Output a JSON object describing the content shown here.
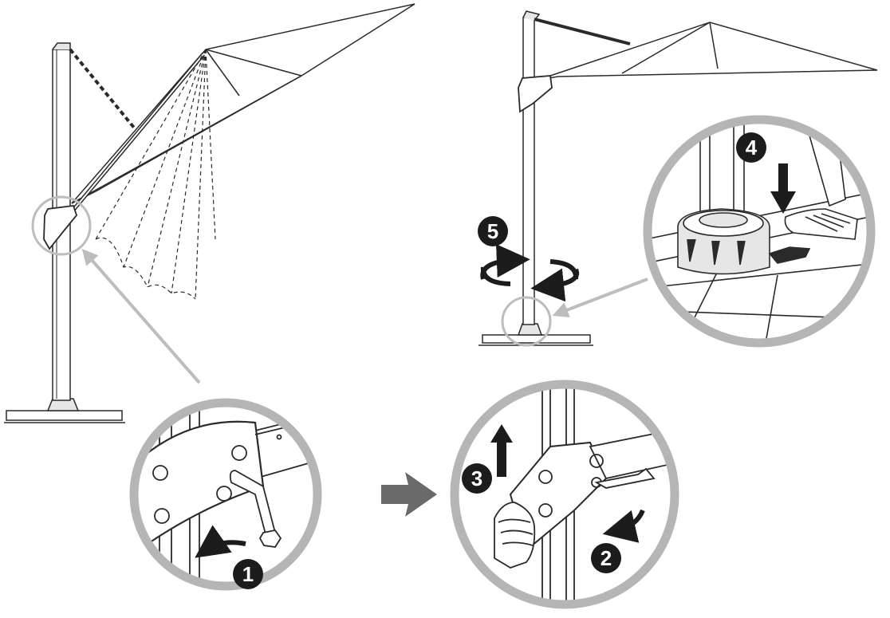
{
  "steps": [
    {
      "number": "1"
    },
    {
      "number": "2"
    },
    {
      "number": "3"
    },
    {
      "number": "4"
    },
    {
      "number": "5"
    }
  ],
  "colors": {
    "line": "#2a2a2a",
    "zoom_ring": "#bdbdbd",
    "callout_circle": "#b5b5b5",
    "badge": "#1c1c1c",
    "big_arrow": "#6a6a6a",
    "fill_light": "#e6e6e6"
  },
  "icons": [
    "rotate-arrow-icon",
    "down-arrow-icon",
    "up-arrow-icon",
    "curved-arrow-icon",
    "next-step-arrow-icon"
  ]
}
